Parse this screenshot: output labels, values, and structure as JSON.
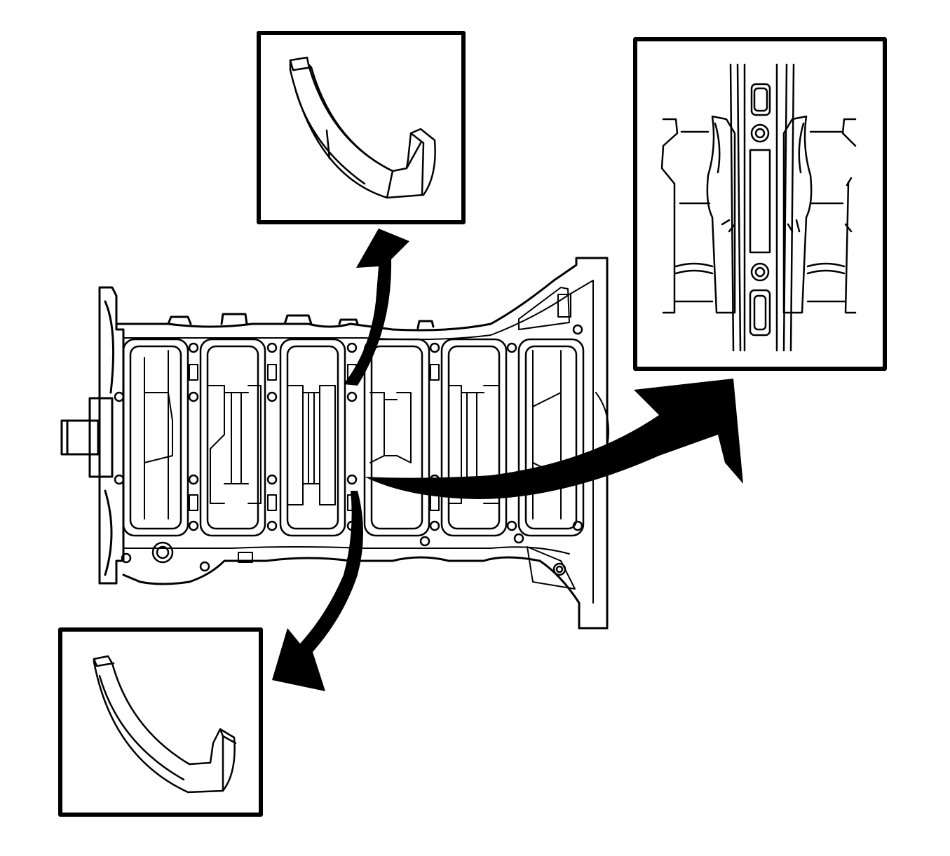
{
  "figure": {
    "background_color": "#ffffff",
    "line_color": "#000000",
    "components": [
      {
        "id": "engine-block",
        "icon": "engine-block-bottom-view"
      },
      {
        "id": "inset-upper-thrust-washer",
        "icon": "thrust-washer-half"
      },
      {
        "id": "inset-lower-thrust-washer",
        "icon": "thrust-washer-half"
      },
      {
        "id": "inset-bearing-detail",
        "icon": "main-bearing-journal-detail"
      }
    ],
    "callout_arrows": [
      {
        "from": "engine-block",
        "to": "inset-upper-thrust-washer"
      },
      {
        "from": "engine-block",
        "to": "inset-lower-thrust-washer"
      },
      {
        "from": "engine-block",
        "to": "inset-bearing-detail"
      }
    ]
  }
}
